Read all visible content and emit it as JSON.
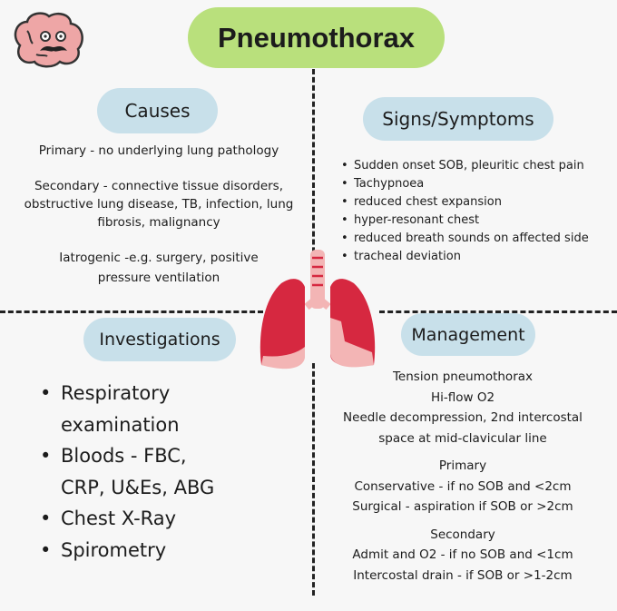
{
  "title": "Pneumothorax",
  "causes": {
    "heading": "Causes",
    "primary": "Primary - no underlying lung pathology",
    "secondary": [
      "Secondary - connective tissue disorders,",
      "obstructive lung disease, TB, infection, lung",
      "fibrosis, malignancy"
    ],
    "iatrogenic": [
      "Iatrogenic -e.g. surgery, positive",
      "pressure ventilation"
    ]
  },
  "signs": {
    "heading": "Signs/Symptoms",
    "items": [
      "Sudden onset SOB, pleuritic chest pain",
      "Tachypnoea",
      "reduced chest expansion",
      "hyper-resonant chest",
      "reduced breath sounds on affected side",
      "tracheal deviation"
    ]
  },
  "investigations": {
    "heading": "Investigations",
    "items": [
      "Respiratory",
      "examination",
      "Bloods - FBC,",
      "CRP, U&Es, ABG",
      "Chest X-Ray",
      "Spirometry"
    ]
  },
  "management": {
    "heading": "Management",
    "tension": [
      "Tension pneumothorax",
      "Hi-flow O2",
      "Needle decompression, 2nd intercostal",
      "space at mid-clavicular line"
    ],
    "primary": [
      "Primary",
      "Conservative - if no SOB and <2cm",
      "Surgical - aspiration if SOB or >2cm"
    ],
    "secondary": [
      "Secondary",
      "Admit and O2 - if no SOB and <1cm",
      "Intercostal drain - if SOB or >1-2cm"
    ]
  },
  "colors": {
    "title_pill": "#b9e07c",
    "section_pill": "#c8e0ea",
    "lung": "#d62840"
  }
}
